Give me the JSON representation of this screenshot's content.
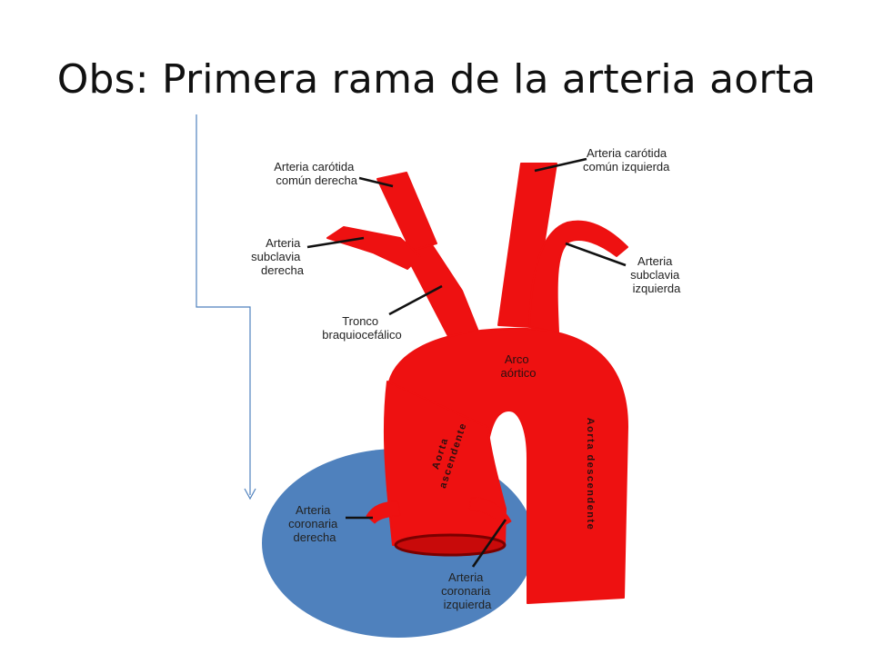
{
  "slide": {
    "title": "Obs: Primera rama de la arteria aorta"
  },
  "colors": {
    "artery": "#ee1111",
    "highlight": "#4f81bd",
    "pointer": "#4f81bd"
  },
  "labels": {
    "carotid_right": [
      "Arteria carótida",
      "común derecha"
    ],
    "subclavian_right": [
      "Arteria",
      "subclavia",
      "derecha"
    ],
    "brachiocephalic": [
      "Tronco",
      "braquiocefálico"
    ],
    "carotid_left": [
      "Arteria carótida",
      "común izquierda"
    ],
    "subclavian_left": [
      "Arteria",
      "subclavia",
      "izquierda"
    ],
    "arch": [
      "Arco",
      "aórtico"
    ],
    "ascending": [
      "Aorta",
      "ascendente"
    ],
    "descending": "Aorta descendente",
    "coronary_right": [
      "Arteria",
      "coronaria",
      "derecha"
    ],
    "coronary_left": [
      "Arteria",
      "coronaria",
      "izquierda"
    ]
  }
}
